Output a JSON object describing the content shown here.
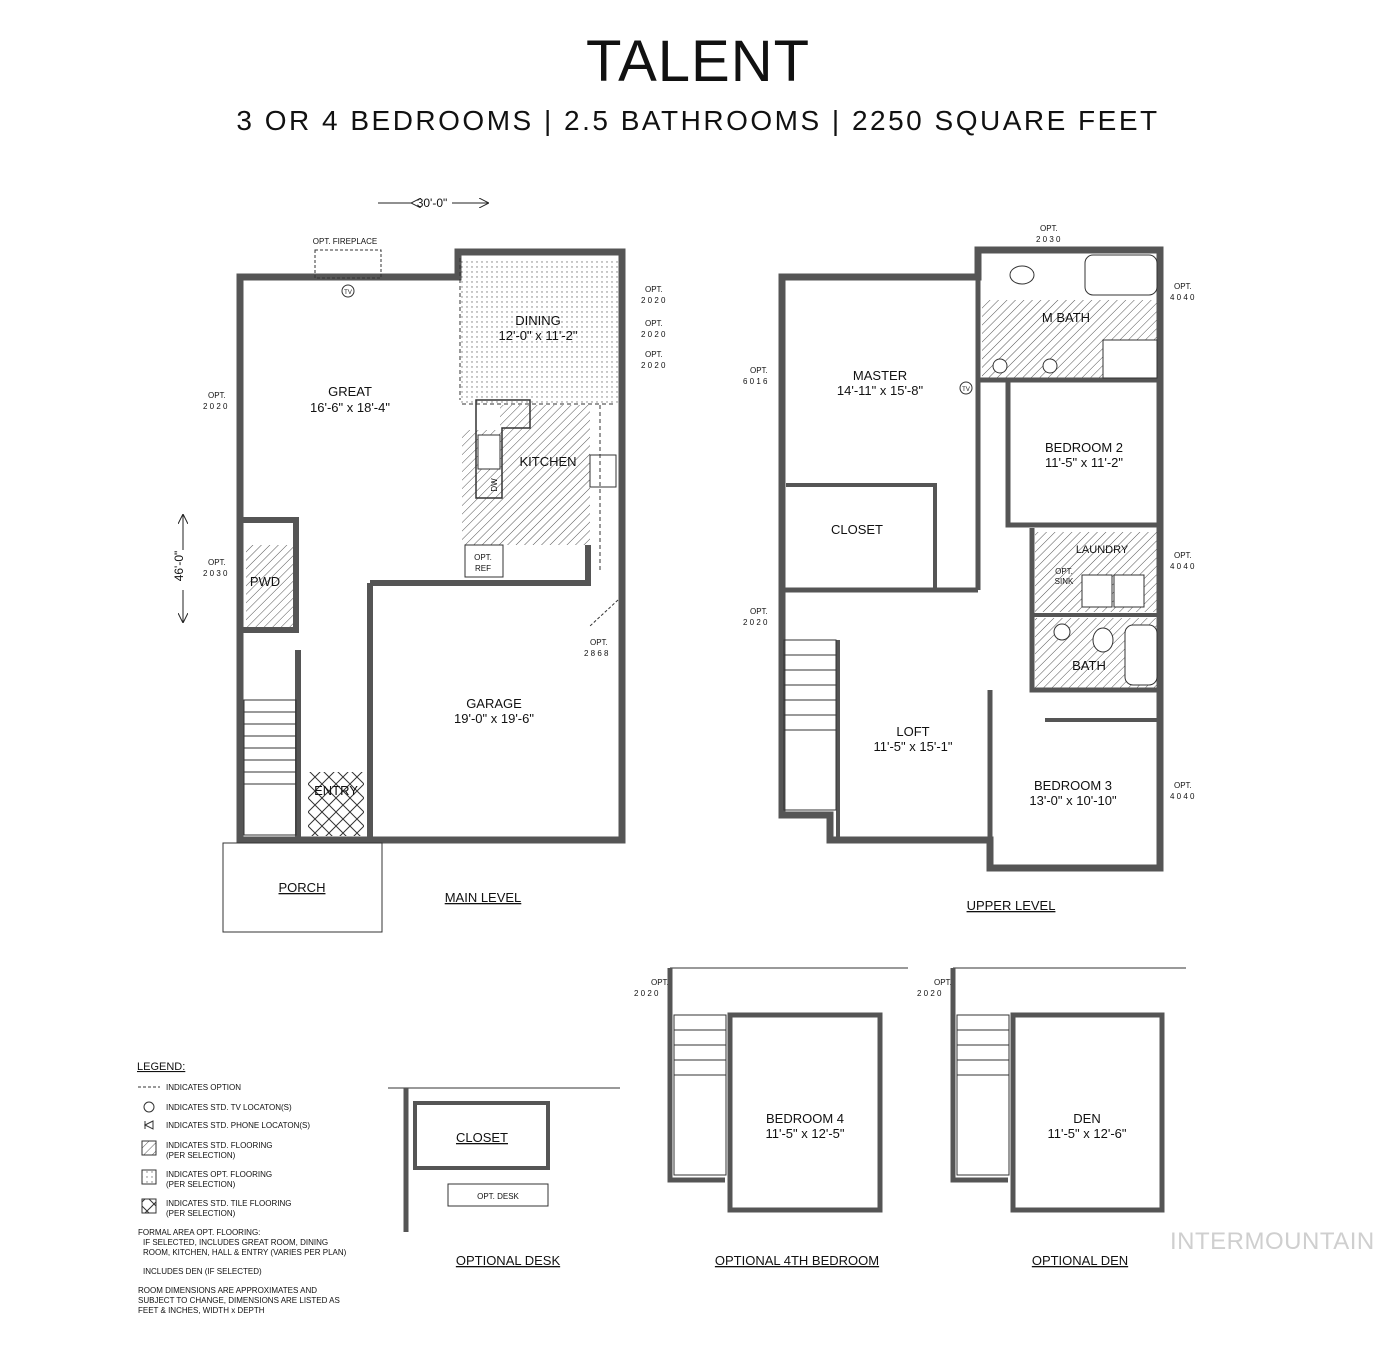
{
  "header": {
    "title": "TALENT",
    "subtitle": "3 OR 4 BEDROOMS | 2.5 BATHROOMS | 2250 SQUARE FEET"
  },
  "main_level": {
    "caption": "MAIN LEVEL",
    "width_dim": "30'-0\"",
    "depth_dim": "46'-0\"",
    "opt_fireplace": "OPT. FIREPLACE",
    "tv": "TV",
    "rooms": {
      "great": {
        "name": "GREAT",
        "size": "16'-6\" x 18'-4\""
      },
      "dining": {
        "name": "DINING",
        "size": "12'-0\" x 11'-2\""
      },
      "kitchen": {
        "name": "KITCHEN"
      },
      "dw": "DW",
      "opt": "OPT.",
      "ref": "REF",
      "pwd": {
        "name": "PWD"
      },
      "entry": {
        "name": "ENTRY"
      },
      "garage": {
        "name": "GARAGE",
        "size": "19'-0\" x 19'-6\""
      },
      "porch": {
        "name": "PORCH"
      }
    },
    "windows": [
      {
        "label": "OPT.",
        "code": "2 0 2 0"
      },
      {
        "label": "OPT.",
        "code": "2 0 2 0"
      },
      {
        "label": "OPT.",
        "code": "2 0 2 0"
      },
      {
        "label": "OPT.",
        "code": "2 0 2 0"
      },
      {
        "label": "OPT.",
        "code": "2 0 3 0"
      },
      {
        "label": "OPT.",
        "code": "2 8 6 8"
      }
    ]
  },
  "upper_level": {
    "caption": "UPPER LEVEL",
    "tv": "TV",
    "rooms": {
      "master": {
        "name": "MASTER",
        "size": "14'-11\" x 15'-8\""
      },
      "m_bath": {
        "name": "M BATH"
      },
      "bedroom2": {
        "name": "BEDROOM 2",
        "size": "11'-5\" x 11'-2\""
      },
      "closet": {
        "name": "CLOSET"
      },
      "laundry": {
        "name": "LAUNDRY"
      },
      "opt": "OPT.",
      "sink": "SINK",
      "bath": {
        "name": "BATH"
      },
      "loft": {
        "name": "LOFT",
        "size": "11'-5\" x 15'-1\""
      },
      "bedroom3": {
        "name": "BEDROOM 3",
        "size": "13'-0\" x 10'-10\""
      }
    },
    "windows": [
      {
        "label": "OPT.",
        "code": "2 0 3 0"
      },
      {
        "label": "OPT.",
        "code": "4 0 4 0"
      },
      {
        "label": "OPT.",
        "code": "6 0 1 6"
      },
      {
        "label": "OPT.",
        "code": "4 0 4 0"
      },
      {
        "label": "OPT.",
        "code": "2 0 2 0"
      },
      {
        "label": "OPT.",
        "code": "4 0 4 0"
      }
    ]
  },
  "optional_desk": {
    "caption": "OPTIONAL DESK",
    "closet": "CLOSET",
    "desk": "OPT. DESK"
  },
  "optional_bedroom": {
    "caption": "OPTIONAL 4TH BEDROOM",
    "name": "BEDROOM 4",
    "size": "11'-5\" x 12'-5\"",
    "window_label": "OPT.",
    "window_code": "2 0 2 0"
  },
  "optional_den": {
    "caption": "OPTIONAL DEN",
    "name": "DEN",
    "size": "11'-5\" x 12'-6\"",
    "window_label": "OPT.",
    "window_code": "2 0 2 0"
  },
  "legend": {
    "title": "LEGEND:",
    "items": [
      {
        "icon": "dashed-line",
        "text": "INDICATES OPTION"
      },
      {
        "icon": "tv-icon",
        "text": "INDICATES STD. TV LOCATON(S)"
      },
      {
        "icon": "phone-icon",
        "text": "INDICATES STD. PHONE LOCATON(S)"
      },
      {
        "icon": "hatch-swatch",
        "text": "INDICATES STD. FLOORING",
        "note": "(PER SELECTION)"
      },
      {
        "icon": "dots-swatch",
        "text": "INDICATES OPT. FLOORING",
        "note": "(PER SELECTION)"
      },
      {
        "icon": "crosshatch-swatch",
        "text": "INDICATES STD. TILE FLOORING",
        "note": "(PER SELECTION)"
      }
    ],
    "notes": [
      "FORMAL AREA OPT. FLOORING:",
      "IF SELECTED, INCLUDES GREAT ROOM, DINING",
      "ROOM, KITCHEN, HALL & ENTRY (VARIES PER PLAN)",
      "INCLUDES DEN (IF SELECTED)",
      "ROOM DIMENSIONS ARE APPROXIMATES AND",
      "SUBJECT TO CHANGE, DIMENSIONS ARE LISTED AS",
      "FEET & INCHES, WIDTH x DEPTH"
    ]
  },
  "watermark": "INTERMOUNTAIN"
}
